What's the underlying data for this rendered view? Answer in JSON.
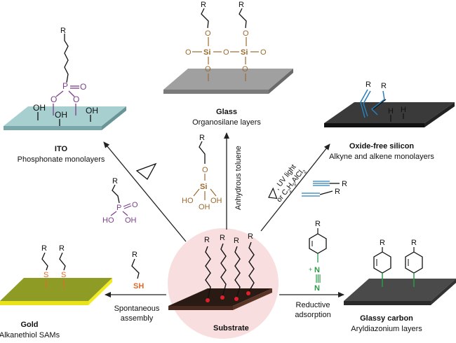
{
  "substrate": {
    "label": "Substrate"
  },
  "ito": {
    "title": "ITO",
    "subtitle": "Phosphonate monolayers",
    "oh": "OH",
    "r": "R",
    "p": "P",
    "o": "O"
  },
  "glass": {
    "title": "Glass",
    "subtitle": "Organosilane layers",
    "r": "R",
    "si": "Si",
    "o": "O"
  },
  "silicon": {
    "title": "Oxide-free silicon",
    "subtitle": "Alkyne and alkene monolayers",
    "r": "R",
    "h": "H"
  },
  "gold": {
    "title": "Gold",
    "subtitle": "Alkanethiol SAMs",
    "r": "R",
    "s": "S"
  },
  "carbon": {
    "title": "Glassy carbon",
    "subtitle": "Aryldiazonium layers",
    "r": "R"
  },
  "reagents": {
    "phosphonic": {
      "r": "R",
      "p": "P",
      "o": "O",
      "ho1": "HO",
      "ho2": "OH"
    },
    "silane": {
      "r": "R",
      "o": "O",
      "si": "Si",
      "ho": "HO",
      "oh1": "OH",
      "oh2": "OH"
    },
    "thiol": {
      "r": "R",
      "sh": "SH"
    },
    "alkyne": {
      "r1": "R",
      "r2": "R"
    },
    "diazonium": {
      "r": "R",
      "plus": "+",
      "n1": "N",
      "n2": "N"
    }
  },
  "conditions": {
    "toluene": "Anhydrous toluene",
    "uv_line1": ", UV light",
    "uv_line2": "or C",
    "uv_sub1": "2",
    "uv_mid": "H",
    "uv_sub2": "5",
    "uv_end": "AlCl",
    "uv_sub3": "2",
    "spontaneous1": "Spontaneous",
    "spontaneous2": "assembly",
    "reductive1": "Reductive",
    "reductive2": "adsorption"
  },
  "colors": {
    "phosphorus": "#7b3f8c",
    "silicon_atom": "#9c6a2e",
    "sulfur": "#e06a2a",
    "nitrogen": "#2a9a4a",
    "alkyne": "#2a7fb8",
    "dot": "#e0202a"
  }
}
